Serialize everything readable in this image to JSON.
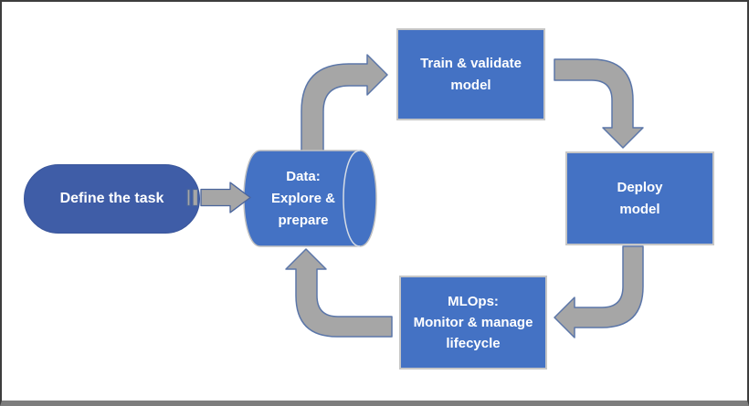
{
  "diagram": {
    "type": "flowchart",
    "topic": "Machine learning lifecycle",
    "nodes": {
      "define": {
        "shape": "pill",
        "label": "Define the task"
      },
      "data": {
        "shape": "cylinder",
        "lines": [
          "Data:",
          "Explore &",
          "prepare"
        ]
      },
      "train": {
        "shape": "rectangle",
        "lines": [
          "Train & validate",
          "model"
        ]
      },
      "deploy": {
        "shape": "rectangle",
        "lines": [
          "Deploy",
          "model"
        ]
      },
      "mlops": {
        "shape": "rectangle",
        "lines": [
          "MLOps:",
          "Monitor & manage",
          "lifecycle"
        ]
      }
    },
    "edges": [
      {
        "from": "define",
        "to": "data",
        "style": "striped-right-arrow"
      },
      {
        "from": "data",
        "to": "train",
        "style": "curved-up-right-arrow"
      },
      {
        "from": "train",
        "to": "deploy",
        "style": "curved-right-down-arrow"
      },
      {
        "from": "deploy",
        "to": "mlops",
        "style": "curved-down-left-arrow"
      },
      {
        "from": "mlops",
        "to": "data",
        "style": "curved-left-up-arrow"
      }
    ],
    "colors": {
      "box_fill": "#4472C4",
      "box_border": "#C6C6C6",
      "pill_fill": "#3F5DA7",
      "arrow_fill": "#A6A6A6",
      "arrow_outline": "#5B76A8",
      "cylinder_seam": "#D6DCE5",
      "frame_border": "#3D3D3D",
      "frame_bottom": "#7D7D7D",
      "text": "#FFFFFF",
      "background": "#FFFFFF"
    }
  }
}
